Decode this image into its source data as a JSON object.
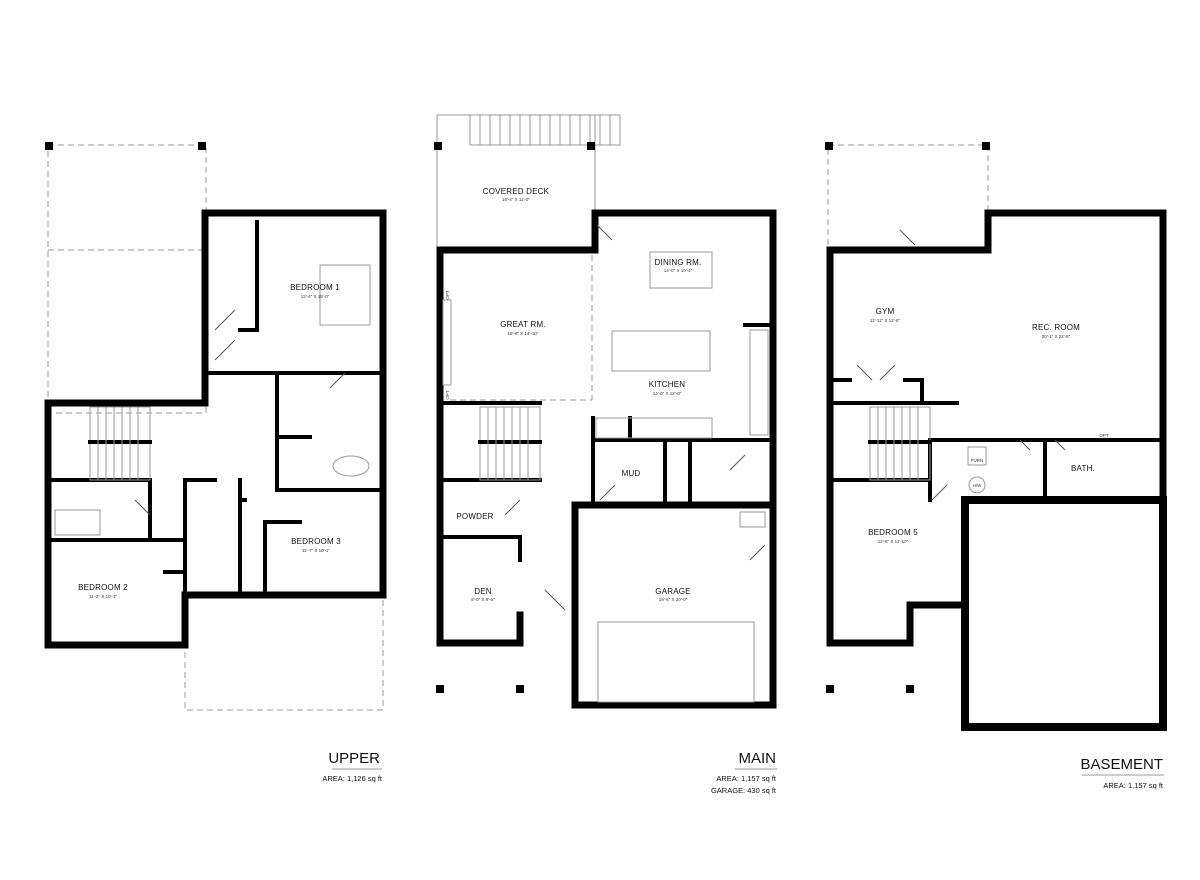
{
  "floors": {
    "upper": {
      "title": "UPPER",
      "area": "AREA: 1,126 sq ft",
      "rooms": [
        {
          "name": "BEDROOM 1",
          "dim": "12'-4\" X 15'-0\""
        },
        {
          "name": "BEDROOM 3",
          "dim": "11'-7\" X 10'-1\""
        },
        {
          "name": "BEDROOM 2",
          "dim": "11'-2\" X 10'-1\""
        }
      ]
    },
    "main": {
      "title": "MAIN",
      "area": "AREA: 1,157 sq ft",
      "garage_area": "GARAGE: 430 sq ft",
      "rooms": [
        {
          "name": "COVERED DECK",
          "dim": "16'-4\" X 11'-0\""
        },
        {
          "name": "DINING RM.",
          "dim": "14'-0\" X 10'-4\""
        },
        {
          "name": "GREAT RM.",
          "dim": "19'-6\" X 14'-10\""
        },
        {
          "name": "KITCHEN",
          "dim": "14'-0\" X 12'-0\""
        },
        {
          "name": "MUD",
          "dim": ""
        },
        {
          "name": "POWDER",
          "dim": ""
        },
        {
          "name": "DEN",
          "dim": "8'-0\" X 9'-6\""
        },
        {
          "name": "GARAGE",
          "dim": "19'-6\" X 20'-0\""
        }
      ],
      "labels": {
        "opt1": "OPT",
        "opt2": "OPT"
      }
    },
    "basement": {
      "title": "BASEMENT",
      "area": "AREA: 1,157 sq ft",
      "rooms": [
        {
          "name": "GYM",
          "dim": "11'-11\" X 12'-8\""
        },
        {
          "name": "REC. ROOM",
          "dim": "20'-1\" X 22'-8\""
        },
        {
          "name": "BATH.",
          "dim": ""
        },
        {
          "name": "BEDROOM 5",
          "dim": "12'-6\" X 11'-10\""
        }
      ],
      "labels": {
        "furn": "FURN",
        "hw": "H/W",
        "opt": "OPT"
      }
    }
  }
}
